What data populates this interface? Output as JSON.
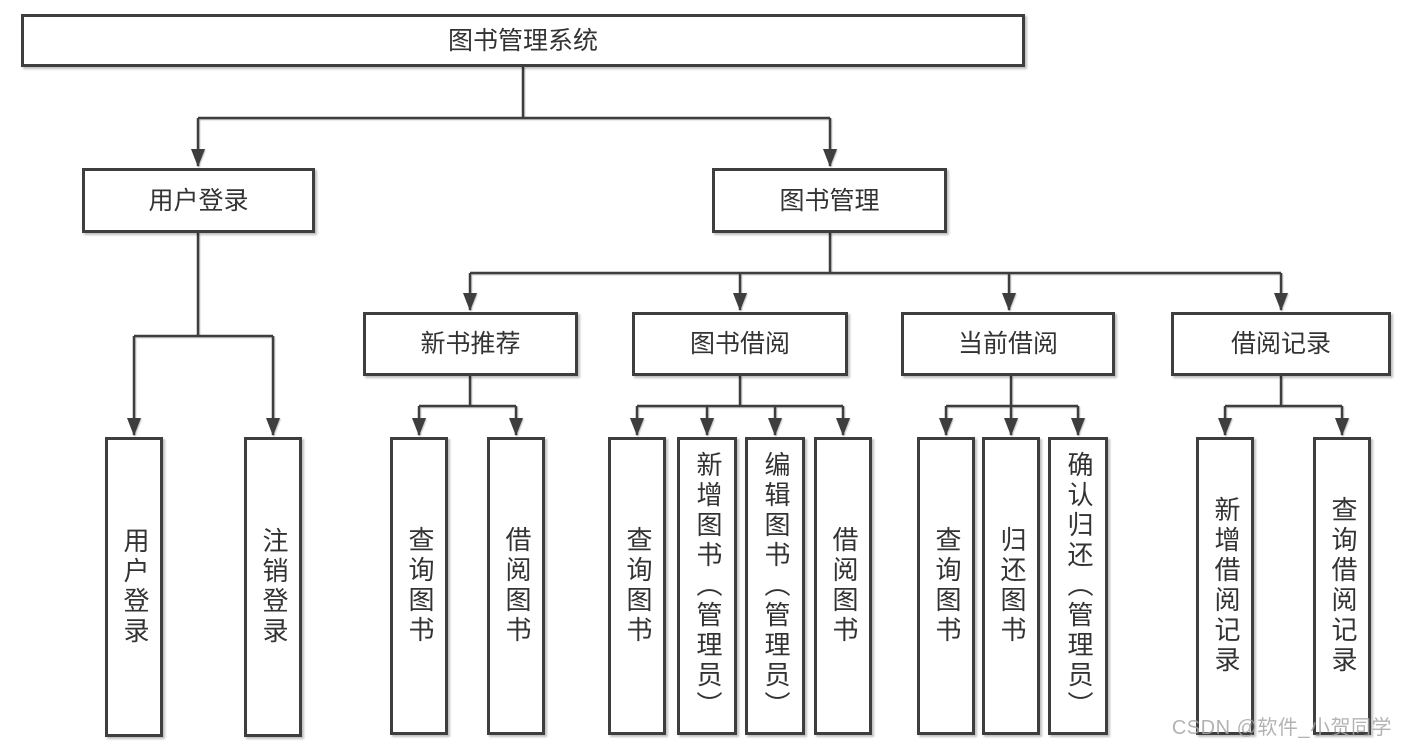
{
  "style": {
    "line_color": "#3e3e3e",
    "text_color": "#333333",
    "box_bg": "#ffffff",
    "canvas_bg": "#ffffff",
    "watermark_color": "#a6a6a6"
  },
  "diagram": {
    "root": {
      "label": "图书管理系统"
    },
    "branches": [
      {
        "label": "用户登录",
        "children": [
          {
            "label": "用户登录"
          },
          {
            "label": "注销登录"
          }
        ]
      },
      {
        "label": "图书管理",
        "children": [
          {
            "label": "新书推荐",
            "children": [
              {
                "label": "查询图书"
              },
              {
                "label": "借阅图书"
              }
            ]
          },
          {
            "label": "图书借阅",
            "children": [
              {
                "label": "查询图书"
              },
              {
                "label": "新增图书（管理员）"
              },
              {
                "label": "编辑图书（管理员）"
              },
              {
                "label": "借阅图书"
              }
            ]
          },
          {
            "label": "当前借阅",
            "children": [
              {
                "label": "查询图书"
              },
              {
                "label": "归还图书"
              },
              {
                "label": "确认归还（管理员）"
              }
            ]
          },
          {
            "label": "借阅记录",
            "children": [
              {
                "label": "新增借阅记录"
              },
              {
                "label": "查询借阅记录"
              }
            ]
          }
        ]
      }
    ]
  },
  "watermark": {
    "text": "CSDN @软件_小贺同学"
  }
}
